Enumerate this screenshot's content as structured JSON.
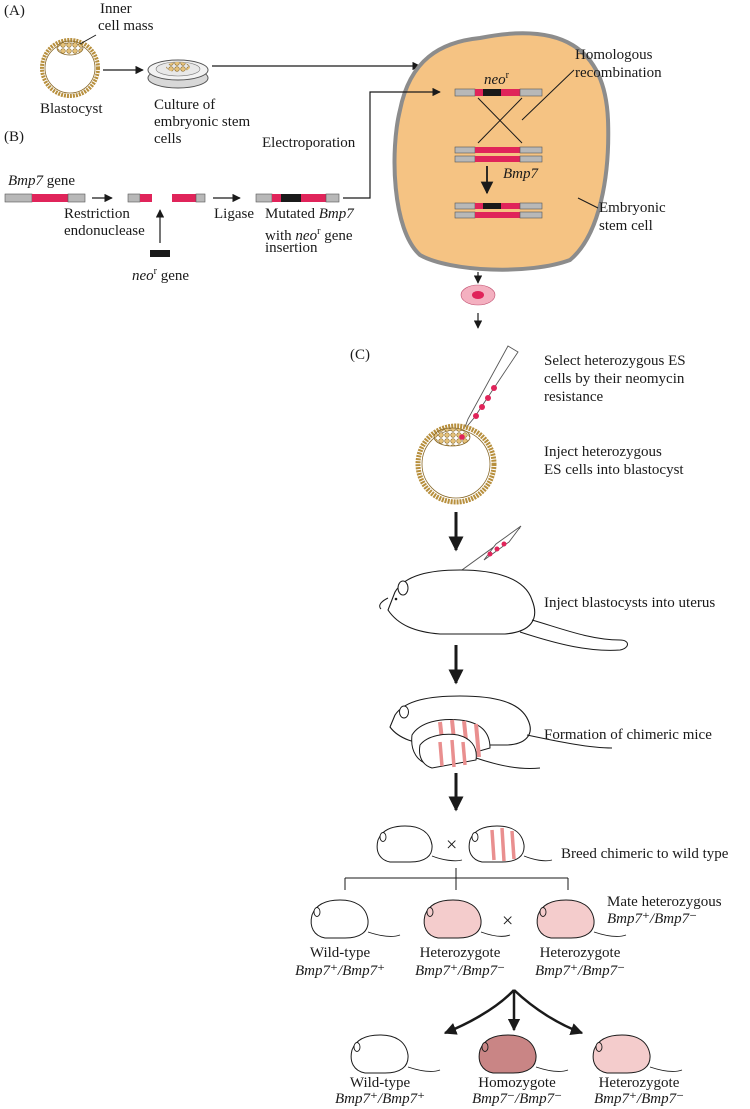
{
  "panels": {
    "a": "(A)",
    "b": "(B)",
    "c": "(C)"
  },
  "panel_a": {
    "inner_cell_mass": [
      "Inner",
      "cell mass"
    ],
    "blastocyst": "Blastocyst",
    "culture": [
      "Culture of",
      "embryonic stem",
      "cells"
    ]
  },
  "cell": {
    "homologous": [
      "Homologous",
      "recombination"
    ],
    "neo": "neo",
    "neo_sup": "r",
    "bmp7": "Bmp7",
    "embryonic": [
      "Embryonic",
      "stem cell"
    ]
  },
  "panel_b": {
    "electroporation": "Electroporation",
    "bmp7_gene_italic": "Bmp7",
    "bmp7_gene_rest": " gene",
    "restriction": [
      "Restriction",
      "endonuclease"
    ],
    "ligase": "Ligase",
    "mutated_prefix": "Mutated ",
    "mutated_gene": "Bmp7",
    "with": "with ",
    "neo": "neo",
    "neo_sup": "r",
    "gene_insertion": " gene",
    "insertion": "insertion",
    "neo_gene_rest": " gene"
  },
  "panel_c": {
    "select": [
      "Select heterozygous ES",
      "cells by their neomycin",
      "resistance"
    ],
    "inject_es": [
      "Inject heterozygous",
      "ES cells into blastocyst"
    ],
    "inject_uterus": "Inject blastocysts into uterus",
    "chimeric": "Formation of chimeric mice",
    "breed": "Breed chimeric to wild type",
    "cross": "×",
    "mate": "Mate heterozygous",
    "mate_geno": "Bmp7⁺/Bmp7⁻",
    "gen1": [
      {
        "label": "Wild-type",
        "geno": "Bmp7⁺/Bmp7⁺"
      },
      {
        "label": "Heterozygote",
        "geno": "Bmp7⁺/Bmp7⁻"
      },
      {
        "label": "Heterozygote",
        "geno": "Bmp7⁺/Bmp7⁻"
      }
    ],
    "gen2": [
      {
        "label": "Wild-type",
        "geno": "Bmp7⁺/Bmp7⁺"
      },
      {
        "label": "Homozygote",
        "geno": "Bmp7⁻/Bmp7⁻"
      },
      {
        "label": "Heterozygote",
        "geno": "Bmp7⁺/Bmp7⁻"
      }
    ]
  },
  "colors": {
    "dna": "#e0245a",
    "dna_flank": "#b8b8b8",
    "neo": "#1a1a1a",
    "cell_fill": "#f5c383",
    "cell_border": "#8c8c8c",
    "blastocyst": "#e6c27a",
    "mouse_wild": "#ffffff",
    "mouse_het": "#f4cccc",
    "mouse_homo": "#c98585",
    "chimera_stripe": "#e98f8f"
  }
}
